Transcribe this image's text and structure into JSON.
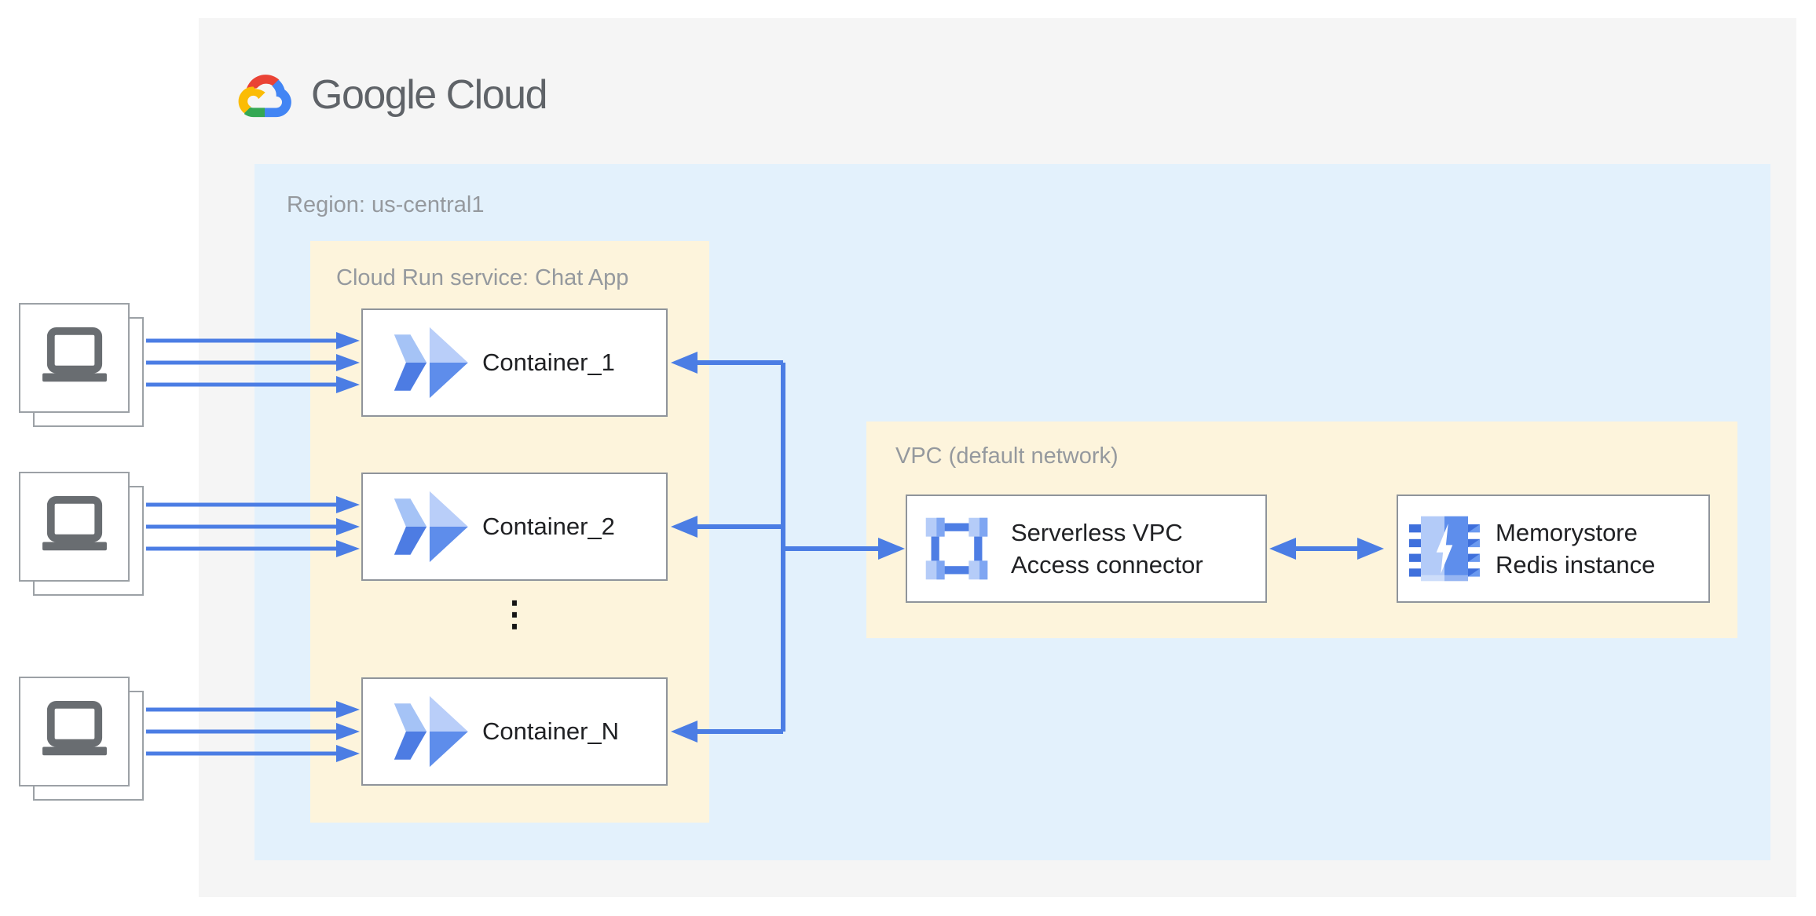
{
  "brand": {
    "wordmark": "Google Cloud"
  },
  "region": {
    "label": "Region: us-central1"
  },
  "cloud_run_group": {
    "label": "Cloud Run service: Chat App",
    "containers": [
      "Container_1",
      "Container_2",
      "Container_N"
    ],
    "ellipsis": "⋮"
  },
  "vpc_group": {
    "label": "VPC (default network)",
    "connector": {
      "line1": "Serverless VPC",
      "line2": "Access connector"
    },
    "redis": {
      "line1": "Memorystore",
      "line2": "Redis instance"
    }
  },
  "clients": {
    "count": 3
  },
  "icons": {
    "logo": "google-cloud-logo-icon",
    "container": "cloud-run-icon",
    "connector": "serverless-vpc-access-connector-icon",
    "redis": "memorystore-redis-icon",
    "client": "laptop-icon"
  },
  "colors": {
    "arrow_blue": "#4B7DE4",
    "region_bg": "#E3F1FC",
    "group_bg": "#FDF4DC",
    "panel_bg": "#F5F5F5",
    "node_border": "#8F949B",
    "label_gray": "#95999E",
    "text_dark": "#202124",
    "logo_text": "#5F6368",
    "logo_red": "#EA4335",
    "logo_yellow": "#FBBC05",
    "logo_green": "#34A853",
    "logo_blue": "#4285F4"
  }
}
